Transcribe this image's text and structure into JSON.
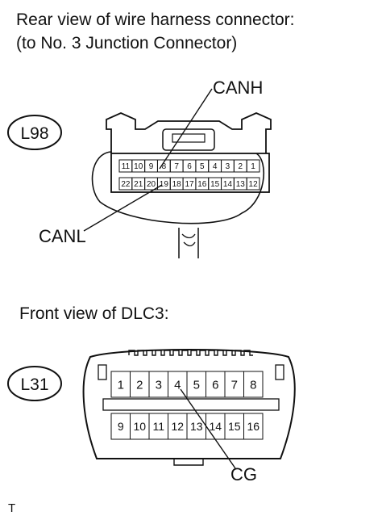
{
  "header": {
    "line1": "Rear view of wire harness connector:",
    "line2": "(to No. 3 Junction Connector)"
  },
  "connector_l98": {
    "id": "L98",
    "top_row": [
      "11",
      "10",
      "9",
      "8",
      "7",
      "6",
      "5",
      "4",
      "3",
      "2",
      "1"
    ],
    "bottom_row": [
      "22",
      "21",
      "20",
      "19",
      "18",
      "17",
      "16",
      "15",
      "14",
      "13",
      "12"
    ],
    "callout_canh": "CANH",
    "callout_canl": "CANL"
  },
  "dlc3": {
    "heading": "Front view of DLC3:",
    "id": "L31",
    "top_row": [
      "1",
      "2",
      "3",
      "4",
      "5",
      "6",
      "7",
      "8"
    ],
    "bottom_row": [
      "9",
      "10",
      "11",
      "12",
      "13",
      "14",
      "15",
      "16"
    ],
    "callout_cg": "CG"
  },
  "footer": {
    "mark": "T"
  }
}
